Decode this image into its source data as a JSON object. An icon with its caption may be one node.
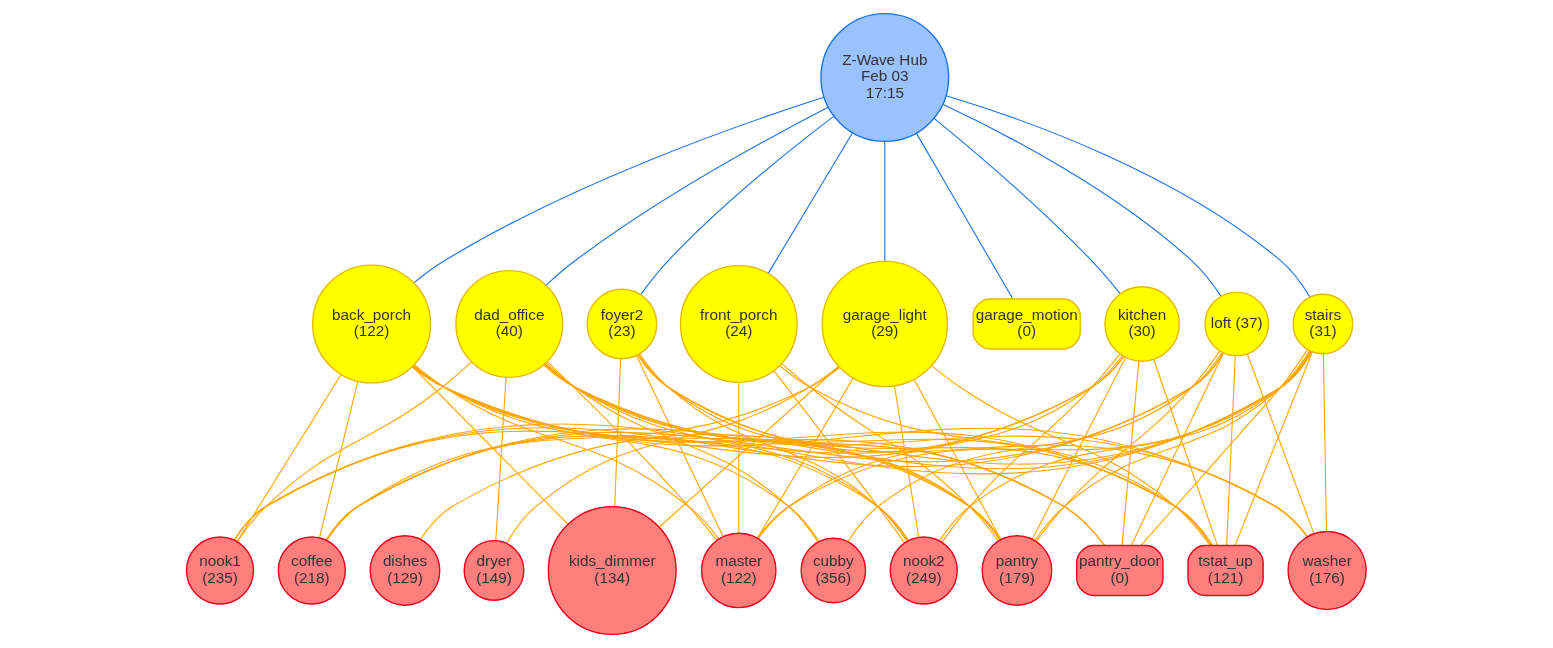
{
  "diagram": {
    "nodes": [
      {
        "text": [
          "Z-Wave Hub Feb 03 17:15"
        ]
      },
      {
        "text": [
          "back_porch (122)"
        ]
      },
      {
        "text": [
          "dad_office (40)"
        ]
      },
      {
        "text": [
          "foyer2 (23)"
        ]
      },
      {
        "text": [
          "front_porch (24)"
        ]
      },
      {
        "text": [
          "garage_light (29)"
        ]
      },
      {
        "text": [
          "garage_motion (0)"
        ]
      },
      {
        "text": [
          "kitchen (30)"
        ]
      },
      {
        "text": [
          "loft (37)"
        ]
      },
      {
        "text": [
          "stairs (31)"
        ]
      },
      {
        "text": [
          "nook1 (235)"
        ]
      },
      {
        "text": [
          "coffee (218)"
        ]
      },
      {
        "text": [
          "dishes (129)"
        ]
      },
      {
        "text": [
          "dryer (149)"
        ]
      },
      {
        "text": [
          "kids_dimmer (134)"
        ]
      },
      {
        "text": [
          "master (122)"
        ]
      },
      {
        "text": [
          "cubby (356)"
        ]
      },
      {
        "text": [
          "nook2 (249)"
        ]
      },
      {
        "text": [
          "pantry (179)"
        ]
      },
      {
        "text": [
          "pantry_door (0)"
        ]
      },
      {
        "text": [
          "tstat_up (121)"
        ]
      },
      {
        "text": [
          "washer (176)"
        ]
      }
    ],
    "edges": [
      {
        "from": 0,
        "to": 1,
        "arrow": "none",
        "color": "#1a73e8"
      },
      {
        "from": 0,
        "to": 2,
        "arrow": "none",
        "color": "#1a73e8"
      },
      {
        "from": 0,
        "to": 3,
        "arrow": "none",
        "color": "#1a73e8"
      },
      {
        "from": 0,
        "to": 4,
        "arrow": "none",
        "color": "#1a73e8"
      },
      {
        "from": 0,
        "to": 5,
        "arrow": "none",
        "color": "#1a73e8"
      },
      {
        "from": 0,
        "to": 6,
        "arrow": "none",
        "color": "#1a73e8"
      },
      {
        "from": 0,
        "to": 7,
        "arrow": "none",
        "color": "#1a73e8"
      },
      {
        "from": 0,
        "to": 8,
        "arrow": "none",
        "color": "#1a73e8"
      },
      {
        "from": 0,
        "to": 9,
        "arrow": "none",
        "color": "#1a73e8"
      },
      {
        "from": 1,
        "to": 10,
        "arrow": "none"
      },
      {
        "from": 1,
        "to": 11,
        "arrow": "none"
      },
      {
        "from": 1,
        "to": 14,
        "arrow": "none"
      },
      {
        "from": 1,
        "to": 15,
        "arrow": "none"
      },
      {
        "from": 1,
        "to": 16,
        "arrow": "none"
      },
      {
        "from": 1,
        "to": 17,
        "arrow": "none"
      },
      {
        "from": 1,
        "to": 18,
        "arrow": "none"
      },
      {
        "from": 1,
        "to": 19,
        "arrow": "none"
      },
      {
        "from": 1,
        "to": 20,
        "arrow": "none"
      },
      {
        "from": 1,
        "to": 21,
        "arrow": "none"
      },
      {
        "from": 2,
        "to": 10,
        "arrow": "none"
      },
      {
        "from": 2,
        "to": 13,
        "arrow": "none"
      },
      {
        "from": 2,
        "to": 15,
        "arrow": "none"
      },
      {
        "from": 2,
        "to": 16,
        "arrow": "none"
      },
      {
        "from": 2,
        "to": 17,
        "arrow": "none"
      },
      {
        "from": 2,
        "to": 18,
        "arrow": "none"
      },
      {
        "from": 2,
        "to": 19,
        "arrow": "none"
      },
      {
        "from": 2,
        "to": 20,
        "arrow": "none"
      },
      {
        "from": 2,
        "to": 21,
        "arrow": "none"
      },
      {
        "from": 3,
        "to": 14,
        "arrow": "none"
      },
      {
        "from": 3,
        "to": 15,
        "arrow": "none"
      },
      {
        "from": 3,
        "to": 17,
        "arrow": "none"
      },
      {
        "from": 3,
        "to": 18,
        "arrow": "none"
      },
      {
        "from": 3,
        "to": 20,
        "arrow": "none"
      },
      {
        "from": 3,
        "to": 21,
        "arrow": "none"
      },
      {
        "from": 4,
        "to": 15,
        "arrow": "none"
      },
      {
        "from": 4,
        "to": 17,
        "arrow": "none"
      },
      {
        "from": 4,
        "to": 18,
        "arrow": "none"
      },
      {
        "from": 4,
        "to": 20,
        "arrow": "none"
      },
      {
        "from": 5,
        "to": 11,
        "arrow": "none"
      },
      {
        "from": 5,
        "to": 13,
        "arrow": "none"
      },
      {
        "from": 5,
        "to": 14,
        "arrow": "none"
      },
      {
        "from": 5,
        "to": 15,
        "arrow": "none"
      },
      {
        "from": 5,
        "to": 17,
        "arrow": "none"
      },
      {
        "from": 5,
        "to": 18,
        "arrow": "none"
      },
      {
        "from": 5,
        "to": 20,
        "arrow": "none"
      },
      {
        "from": 7,
        "to": 10,
        "arrow": "none"
      },
      {
        "from": 7,
        "to": 11,
        "arrow": "none"
      },
      {
        "from": 7,
        "to": 15,
        "arrow": "none"
      },
      {
        "from": 7,
        "to": 17,
        "arrow": "none"
      },
      {
        "from": 7,
        "to": 18,
        "arrow": "none"
      },
      {
        "from": 7,
        "to": 19,
        "arrow": "none"
      },
      {
        "from": 7,
        "to": 20,
        "arrow": "none"
      },
      {
        "from": 8,
        "to": 10,
        "arrow": "none"
      },
      {
        "from": 8,
        "to": 11,
        "arrow": "none"
      },
      {
        "from": 8,
        "to": 16,
        "arrow": "none"
      },
      {
        "from": 8,
        "to": 18,
        "arrow": "none"
      },
      {
        "from": 8,
        "to": 19,
        "arrow": "none"
      },
      {
        "from": 8,
        "to": 20,
        "arrow": "none"
      },
      {
        "from": 8,
        "to": 21,
        "arrow": "none"
      },
      {
        "from": 9,
        "to": 10,
        "arrow": "none"
      },
      {
        "from": 9,
        "to": 11,
        "arrow": "none"
      },
      {
        "from": 9,
        "to": 12,
        "arrow": "none"
      },
      {
        "from": 9,
        "to": 15,
        "arrow": "none"
      },
      {
        "from": 9,
        "to": 17,
        "arrow": "none"
      },
      {
        "from": 9,
        "to": 18,
        "arrow": "none"
      },
      {
        "from": 9,
        "to": 19,
        "arrow": "none"
      },
      {
        "from": 9,
        "to": 20,
        "arrow": "none"
      },
      {
        "from": 9,
        "to": 21,
        "arrow": "none"
      }
    ]
  }
}
